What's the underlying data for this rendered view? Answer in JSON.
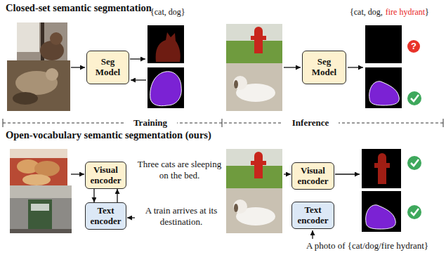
{
  "diagram": {
    "nodes": [
      {
        "text": [
          "Seg Model"
        ]
      },
      {
        "text": [
          "Seg Model"
        ]
      },
      {
        "text": [
          "Visual encoder"
        ]
      },
      {
        "text": [
          "Text encoder"
        ]
      },
      {
        "text": [
          "Visual encoder"
        ]
      },
      {
        "text": [
          "Text encoder"
        ]
      }
    ],
    "edges": [
      {
        "from": 2,
        "to": 3,
        "arrow": "to"
      },
      {
        "from": 3,
        "to": 2,
        "arrow": "to"
      }
    ],
    "labels": [
      "Closed-set semantic segmentation",
      "{cat, dog}",
      "{cat, dog,",
      "fire hydrant",
      "}",
      "?",
      "Training",
      "Inference",
      "Open-vocabulary semantic segmentation (ours)",
      "Three cats are sleeping on the bed.",
      "A train arrives at its destination.",
      "A photo of {cat/dog/fire hydrant}"
    ]
  }
}
